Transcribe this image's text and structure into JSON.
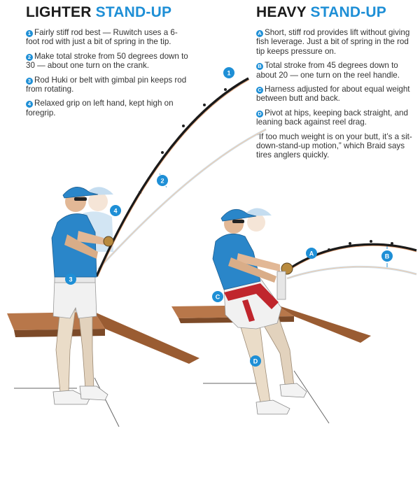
{
  "left": {
    "heading_dark": "LIGHTER",
    "heading_blue": "STAND-UP",
    "notes": [
      {
        "marker": "1",
        "text": "Fairly stiff rod best — Ruwitch uses a 6-foot rod with just a bit of spring in the tip."
      },
      {
        "marker": "2",
        "text": "Make total stroke from 50 degrees down to 30 — about one turn on the crank."
      },
      {
        "marker": "3",
        "text": "Rod Huki or belt with gimbal pin keeps rod from rotating."
      },
      {
        "marker": "4",
        "text": "Relaxed grip on left hand, kept high on foregrip."
      }
    ]
  },
  "right": {
    "heading_dark": "HEAVY",
    "heading_blue": "STAND-UP",
    "notes": [
      {
        "marker": "A",
        "text": "Short, stiff rod provides lift without giving fish leverage. Just a bit of spring in the rod tip keeps pressure on."
      },
      {
        "marker": "B",
        "text": "Total stroke from 45 degrees down to about 20 — one turn on the reel handle."
      },
      {
        "marker": "C",
        "text": "Harness adjusted for about equal weight between butt and back."
      },
      {
        "marker": "D",
        "text": "Pivot at hips, keeping back straight, and leaning back against reel drag."
      }
    ],
    "quote": "“If too much weight is on your butt, it’s a sit-down-stand-up motion,” which Braid says tires anglers quickly."
  },
  "colors": {
    "accent_blue": "#1e8fd6",
    "shirt_blue": "#2a86c9",
    "deck_brown": "#a9683a",
    "harness_red": "#c0262d"
  }
}
